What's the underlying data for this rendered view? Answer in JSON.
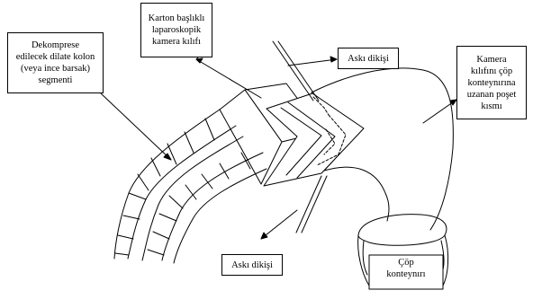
{
  "labels": {
    "colon_segment": [
      "Dekomprese",
      "edilecek dilate kolon",
      "(veya ince barsak)",
      "segmenti"
    ],
    "camera_sleeve": [
      "Karton başlıklı",
      "laparoskopik",
      "kamera kılıfı"
    ],
    "suspension_top": "Askı dikişi",
    "bag_extension": [
      "Kamera",
      "kılıfını çöp",
      "konteynırına",
      "uzanan poşet",
      "kısmı"
    ],
    "suspension_bottom": "Askı dikişi",
    "trash_container": [
      "Çöp",
      "konteynırı"
    ]
  },
  "colors": {
    "line": "#000000",
    "background": "#ffffff"
  }
}
